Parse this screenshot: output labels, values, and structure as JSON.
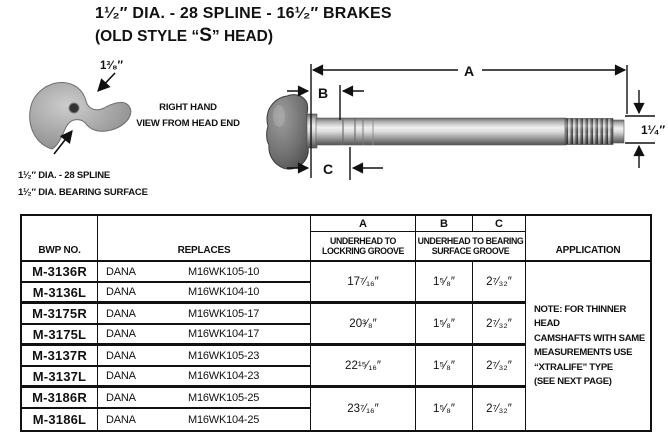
{
  "title": {
    "line1": "1¹⁄₂″ DIA. - 28 SPLINE - 16¹⁄₂″ BRAKES",
    "line2_prefix": "(OLD STYLE “",
    "line2_s": "S",
    "line2_suffix": "” HEAD)"
  },
  "head_view": {
    "dim_label": "1³⁄₈″",
    "caption_line1": "RIGHT HAND",
    "caption_line2": "VIEW FROM HEAD END"
  },
  "specs": {
    "line1": "1¹⁄₂″ DIA. - 28 SPLINE",
    "line2": "1¹⁄₂″ DIA. BEARING SURFACE"
  },
  "shaft_view": {
    "dim_a": "A",
    "dim_b": "B",
    "dim_c": "C",
    "dim_diameter": "1¹⁄₄″"
  },
  "table": {
    "headers": {
      "bwp": "BWP NO.",
      "replaces": "REPLACES",
      "col_a": "A",
      "col_b": "B",
      "col_c": "C",
      "a_sub": "UNDERHEAD TO\nLOCKRING GROOVE",
      "bc_sub": "UNDERHEAD TO BEARING\nSURFACE GROOVE",
      "application": "APPLICATION"
    },
    "groups": [
      {
        "rows": [
          {
            "bwp": "M-3136R",
            "brand": "DANA",
            "part": "M16WK105-10"
          },
          {
            "bwp": "M-3136L",
            "brand": "DANA",
            "part": "M16WK104-10"
          }
        ],
        "a": "17⁷⁄₁₆″",
        "b": "1⁵⁄₈″",
        "c": "2⁷⁄₃₂″"
      },
      {
        "rows": [
          {
            "bwp": "M-3175R",
            "brand": "DANA",
            "part": "M16WK105-17"
          },
          {
            "bwp": "M-3175L",
            "brand": "DANA",
            "part": "M16WK104-17"
          }
        ],
        "a": "20³⁄₈″",
        "b": "1⁵⁄₈″",
        "c": "2⁷⁄₃₂″"
      },
      {
        "rows": [
          {
            "bwp": "M-3137R",
            "brand": "DANA",
            "part": "M16WK105-23"
          },
          {
            "bwp": "M-3137L",
            "brand": "DANA",
            "part": "M16WK104-23"
          }
        ],
        "a": "22¹⁵⁄₁₆″",
        "b": "1⁵⁄₈″",
        "c": "2⁷⁄₃₂″"
      },
      {
        "rows": [
          {
            "bwp": "M-3186R",
            "brand": "DANA",
            "part": "M16WK105-25"
          },
          {
            "bwp": "M-3186L",
            "brand": "DANA",
            "part": "M16WK104-25"
          }
        ],
        "a": "23⁷⁄₁₆″",
        "b": "1⁵⁄₈″",
        "c": "2⁷⁄₃₂″"
      }
    ],
    "application_note": "NOTE: FOR THINNER HEAD\nCAMSHAFTS WITH SAME\nMEASUREMENTS USE\n“XTRALIFE” TYPE\n(SEE NEXT PAGE)"
  }
}
